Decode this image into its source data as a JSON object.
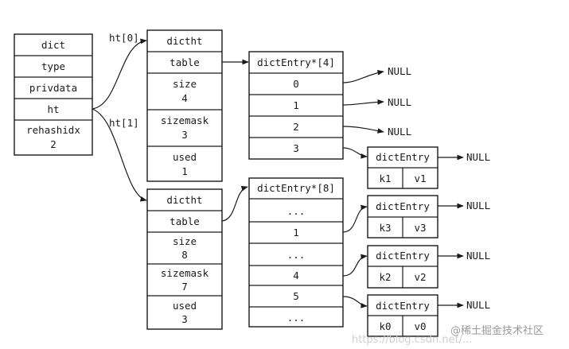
{
  "dict": {
    "rows": [
      [
        "dict"
      ],
      [
        "type"
      ],
      [
        "privdata"
      ],
      [
        "ht"
      ],
      [
        "rehashidx",
        "2"
      ]
    ],
    "ht0_label": "ht[0]",
    "ht1_label": "ht[1]"
  },
  "dictht0": {
    "rows": [
      [
        "dictht"
      ],
      [
        "table"
      ],
      [
        "size",
        "4"
      ],
      [
        "sizemask",
        "3"
      ],
      [
        "used",
        "1"
      ]
    ]
  },
  "dictht1": {
    "rows": [
      [
        "dictht"
      ],
      [
        "table"
      ],
      [
        "size",
        "8"
      ],
      [
        "sizemask",
        "7"
      ],
      [
        "used",
        "3"
      ]
    ]
  },
  "table0": {
    "header": "dictEntry*[4]",
    "slots": [
      "0",
      "1",
      "2",
      "3"
    ]
  },
  "table1": {
    "header": "dictEntry*[8]",
    "slots": [
      "...",
      "1",
      "...",
      "4",
      "5",
      "..."
    ]
  },
  "entry_title": "dictEntry",
  "null_label": "NULL",
  "entries": [
    {
      "key": "k1",
      "value": "v1"
    },
    {
      "key": "k3",
      "value": "v3"
    },
    {
      "key": "k2",
      "value": "v2"
    },
    {
      "key": "k0",
      "value": "v0"
    }
  ],
  "watermark": {
    "left": "https://blog.csdn.net/...",
    "right": "@稀土掘金技术社区"
  }
}
